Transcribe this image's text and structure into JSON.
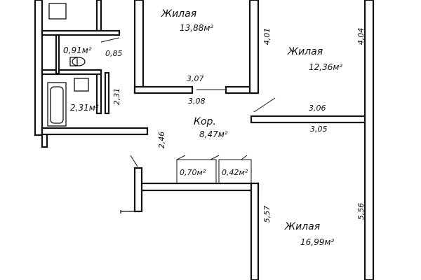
{
  "rooms": {
    "living_top": {
      "name": "Жилая",
      "area": "13,88м²"
    },
    "living_right": {
      "name": "Жилая",
      "area": "12,36м²"
    },
    "living_bottom": {
      "name": "Жилая",
      "area": "16,99м²"
    },
    "corridor": {
      "name": "Кор.",
      "area": "8,47м²"
    },
    "toilet": {
      "area": "0,91м²"
    },
    "bathroom": {
      "area": "2,31м²"
    },
    "closet_left": {
      "area": "0,70м²"
    },
    "closet_right": {
      "area": "0,42м²"
    }
  },
  "dimensions": {
    "toilet_width": "0,85",
    "bathroom_height": "2,31",
    "living_top_height": "4,01",
    "living_top_width": "3,07",
    "corridor_width": "3,08",
    "living_right_height": "4,04",
    "living_right_width_top": "3,06",
    "living_right_width_bottom": "3,05",
    "corridor_passage": "2,46",
    "living_bottom_left_height": "5,57",
    "living_bottom_right_height": "5,56"
  }
}
